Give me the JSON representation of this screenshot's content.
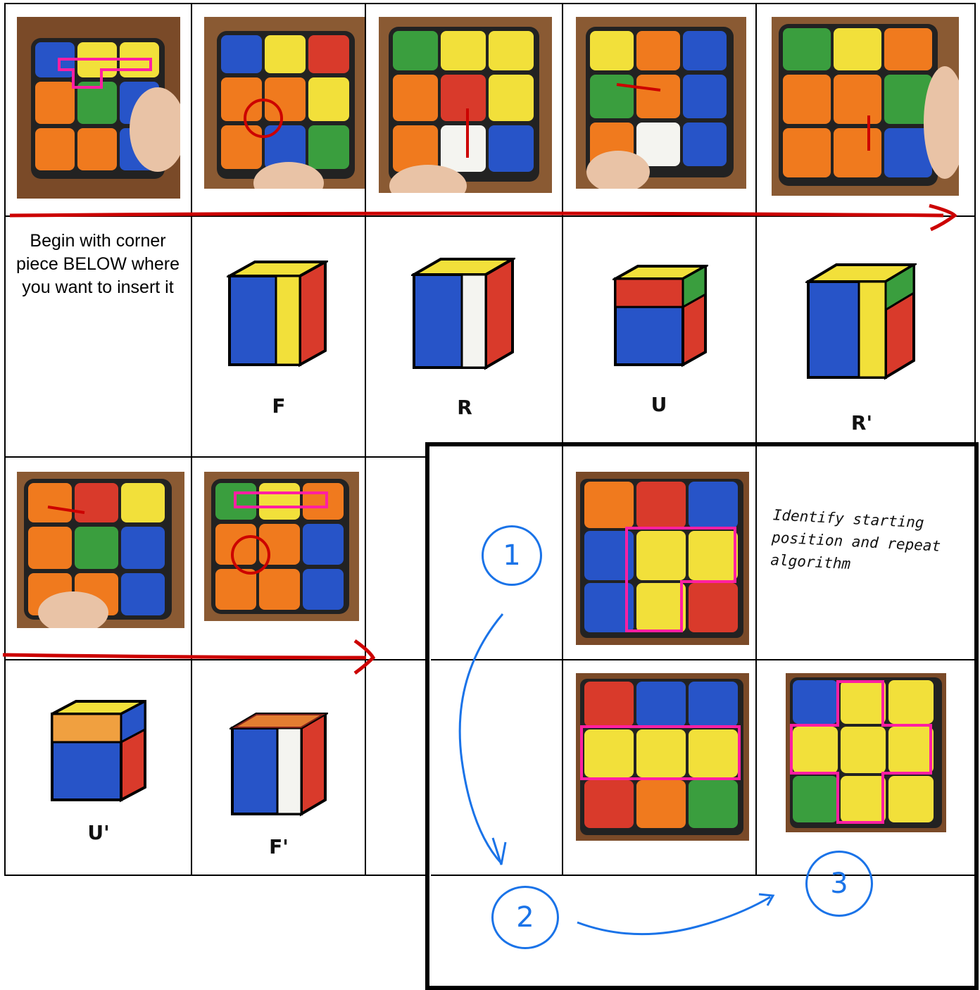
{
  "intro": {
    "caption": "Begin with corner piece BELOW where you want to insert it"
  },
  "moves": [
    {
      "label": "F"
    },
    {
      "label": "R"
    },
    {
      "label": "U"
    },
    {
      "label": "R'"
    },
    {
      "label": "U'"
    },
    {
      "label": "F'"
    }
  ],
  "repeat_panel": {
    "note": "Identify starting position and repeat algorithm",
    "steps": [
      "1",
      "2",
      "3"
    ]
  },
  "colors": {
    "yellow": "#f2e03a",
    "orange": "#f07a1e",
    "blue": "#2754c8",
    "green": "#3a9e3e",
    "red": "#d93a2b",
    "white": "#f4f4f0",
    "wood": "#8a5a33",
    "highlight": "#ff1fa2",
    "arrow_red": "#cc0000",
    "ink_blue": "#1a73e8"
  }
}
